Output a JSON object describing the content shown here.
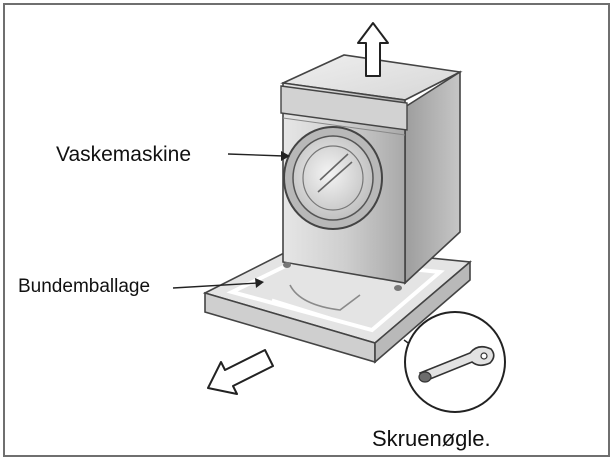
{
  "labels": {
    "washer": "Vaskemaskine",
    "base": "Bundemballage",
    "wrench": "Skruenøgle."
  },
  "icons": {
    "up_arrow": "arrow-up-icon",
    "down_arrow": "arrow-down-left-icon",
    "wrench": "wrench-icon"
  }
}
